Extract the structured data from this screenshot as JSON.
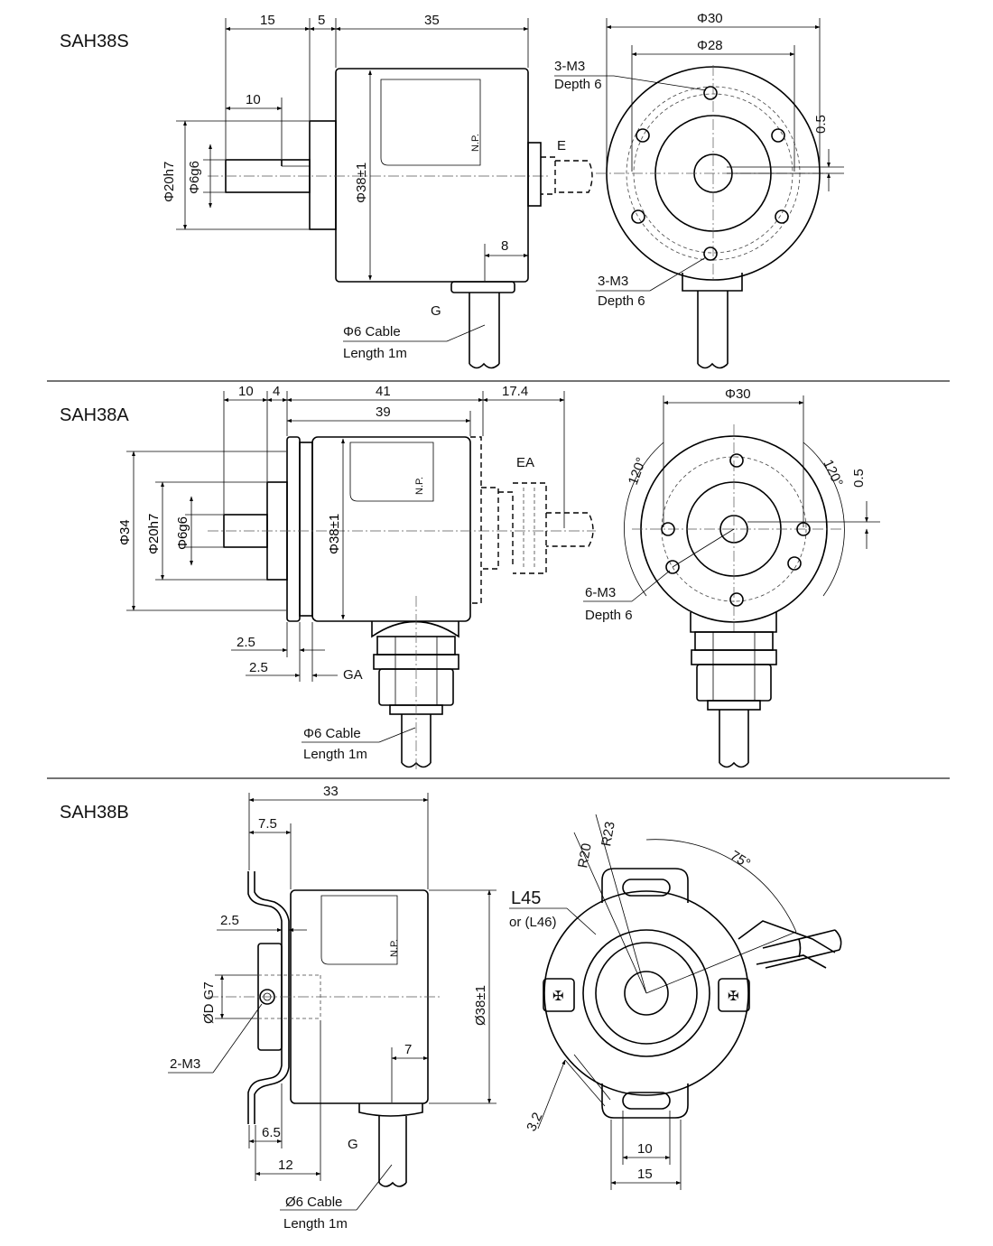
{
  "models": {
    "s": "SAH38S",
    "a": "SAH38A",
    "b": "SAH38B"
  },
  "sah38s": {
    "dim_15": "15",
    "dim_5": "5",
    "dim_35": "35",
    "dim_10": "10",
    "dim_8": "8",
    "dia_20h7": "Φ20h7",
    "dia_6g6": "Φ6g6",
    "dia_38": "Φ38±1",
    "dia_30": "Φ30",
    "dia_28": "Φ28",
    "offset_05": "0.5",
    "np": "N.P.",
    "e_label": "E",
    "g_label": "G",
    "holes_top_1": "3-M3",
    "holes_top_2": "Depth 6",
    "holes_bot_1": "3-M3",
    "holes_bot_2": "Depth 6",
    "cable_1": "Φ6 Cable",
    "cable_2": "Length 1m"
  },
  "sah38a": {
    "dim_10": "10",
    "dim_4": "4",
    "dim_41": "41",
    "dim_39": "39",
    "dim_174": "17.4",
    "dim_25a": "2.5",
    "dim_25b": "2.5",
    "dia_34": "Φ34",
    "dia_20h7": "Φ20h7",
    "dia_6g6": "Φ6g6",
    "dia_38": "Φ38±1",
    "dia_30": "Φ30",
    "angle_left": "120°",
    "angle_right": "120°",
    "offset_05": "0.5",
    "np": "N.P.",
    "ea_label": "EA",
    "ga_label": "GA",
    "holes_1": "6-M3",
    "holes_2": "Depth 6",
    "cable_1": "Φ6 Cable",
    "cable_2": "Length 1m"
  },
  "sah38b": {
    "dim_33": "33",
    "dim_75": "7.5",
    "dim_25": "2.5",
    "dim_65": "6.5",
    "dim_12": "12",
    "dim_7": "7",
    "dia_d": "ØD G7",
    "dia_38": "Ø38±1",
    "screw": "2-M3",
    "np": "N.P.",
    "g_label": "G",
    "r20": "R20",
    "r23": "R23",
    "l45": "L45",
    "l46": "or (L46)",
    "angle_75": "75°",
    "dim_32": "3.2",
    "dim_10": "10",
    "dim_15": "15",
    "cable_1": "Ø6 Cable",
    "cable_2": "Length  1m"
  }
}
